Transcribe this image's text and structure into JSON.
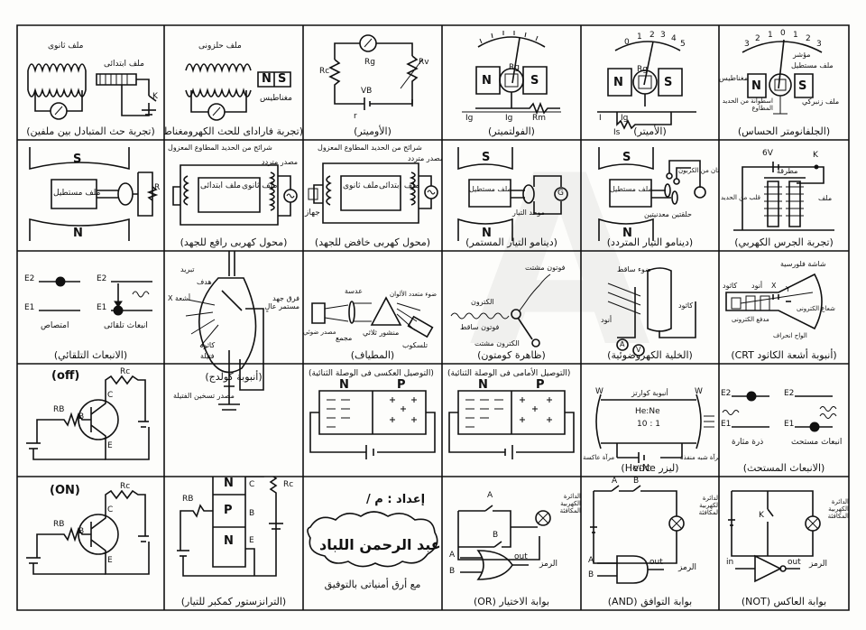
{
  "cells": {
    "r1c1": {
      "caption": "(تجربة حث المتبادل بين ملفين)",
      "labels": [
        "ملف ثانوى",
        "ملف ابتدائى",
        "K"
      ]
    },
    "r1c2": {
      "caption": "(تجربة فاراداى للحث الكهرومغناطيسى)",
      "labels": [
        "ملف حلزونى",
        "N",
        "S",
        "مغناطيس"
      ]
    },
    "r1c3": {
      "caption": "(الأوميتر)",
      "labels": [
        "Rc",
        "Rg",
        "Rv",
        "VB",
        "r"
      ]
    },
    "r1c4": {
      "caption": "(الفولتميتر)",
      "labels": [
        "Rg",
        "N",
        "S",
        "Ig",
        "Ig",
        "Rm"
      ]
    },
    "r1c5": {
      "caption": "(الأميتر)",
      "labels": [
        "Rg",
        "N",
        "S",
        "I",
        "Ig",
        "Is"
      ],
      "scale": [
        "0",
        "1",
        "2",
        "3",
        "4",
        "5"
      ]
    },
    "r1c6": {
      "caption": "(الجلفانومتر الحساس)",
      "labels": [
        "N",
        "S",
        "ملف مستطيل",
        "مؤشر",
        "مغناطيس",
        "ملف زنبركي",
        "اسطوانة من الحديد المطاوع"
      ],
      "scale": [
        "3",
        "2",
        "1",
        "0",
        "1",
        "2",
        "3"
      ]
    },
    "r2c1": {
      "caption": "",
      "labels": [
        "S",
        "N",
        "ملف مستطيل",
        "R"
      ]
    },
    "r2c2": {
      "caption": "(محول كهربى رافع للجهد)",
      "labels": [
        "شرائح من الحديد المطاوع المعزول",
        "ملف ابتدائى",
        "ملف ثانوى",
        "مصدر متردد"
      ]
    },
    "r2c3": {
      "caption": "(محول كهربى خافض للجهد)",
      "labels": [
        "شرائح من الحديد المطاوع المعزول",
        "ملف ثانوى",
        "ملف ابتدائى",
        "جهاز",
        "مصدر متردد"
      ]
    },
    "r2c4": {
      "caption": "(دينامو التيار المستمر)",
      "labels": [
        "S",
        "N",
        "ملف مستطيل",
        "موحد التيار",
        "G"
      ]
    },
    "r2c5": {
      "caption": "(دينامو التيار المتردد)",
      "labels": [
        "S",
        "N",
        "ملف مستطيل",
        "فرشتان من الكربون",
        "حلقتين معدنيتين"
      ]
    },
    "r2c6": {
      "caption": "(تجربة الجرس الكهربي)",
      "labels": [
        "6V",
        "K",
        "مطرقة",
        "ملف",
        "قلب من الحديد"
      ]
    },
    "r3c1": {
      "caption": "(الانبعاث التلقائي)",
      "labels": [
        "E2",
        "E1",
        "E2",
        "E1",
        "امتصاص",
        "انبعاث تلقائى"
      ]
    },
    "r3c2": {
      "caption": "(أنبوبة كولدج)",
      "labels": [
        "تبريد",
        "أشعة X",
        "هدف",
        "كاثود",
        "فتيلة",
        "فرق جهد مستمر عالٍ",
        "مصدر تسخين الفتيلة"
      ]
    },
    "r3c3": {
      "caption": "(المطياف)",
      "labels": [
        "عدسة",
        "منشور ثلاثي",
        "مجمع",
        "ضوء متعدد الألوان",
        "تلسكوب",
        "مصدر ضوئي"
      ]
    },
    "r3c4": {
      "caption": "(ظاهرة كومتون)",
      "labels": [
        "فوتون مشتت",
        "الكترون",
        "فوتون ساقط",
        "الكترون مشتت"
      ]
    },
    "r3c5": {
      "caption": "(الخلية الكهروضوئية)",
      "labels": [
        "ضوء ساقط",
        "كاثود",
        "أنود",
        "A",
        "V"
      ]
    },
    "r3c6": {
      "caption": "(أنبوبة أشعة الكاثود CRT)",
      "labels": [
        "شاشة فلورسية",
        "X",
        "Y",
        "أنود",
        "كاثود",
        "شعاع الكترونى",
        "مدفع الكترونى",
        "الواح انحراف"
      ]
    },
    "r4c1": {
      "caption": "",
      "title": "(off)",
      "labels": [
        "Rc",
        "RB",
        "B",
        "C",
        "E"
      ]
    },
    "r4c2": {
      "caption": "(أنبوبة كولدج)",
      "labels": []
    },
    "r4c3": {
      "caption": "",
      "title": "(التوصيل العكسى فى الوصلة الثنائية)",
      "labels": [
        "N",
        "P"
      ]
    },
    "r4c4": {
      "caption": "",
      "title": "(التوصيل الأمامى فى الوصلة الثنائية)",
      "labels": [
        "N",
        "P"
      ]
    },
    "r4c5": {
      "caption": "(ليزر He-Ne)",
      "labels": [
        "W",
        "W",
        "أنبوبة كوارتز",
        "He:Ne",
        "10 : 1",
        "VDC",
        "مرآة عاكسة",
        "مرآة شبه منفذة"
      ]
    },
    "r4c6": {
      "caption": "(الانبعاث المستحث)",
      "labels": [
        "E2",
        "E2",
        "E1",
        "E1",
        "ذرة مثارة",
        "انبعاث مستحث"
      ]
    },
    "r5c1": {
      "caption": "",
      "title": "(ON)",
      "labels": [
        "Rc",
        "RB",
        "B",
        "C",
        "E"
      ]
    },
    "r5c2": {
      "caption": "(الترانزستور كمكبر للتيار)",
      "labels": [
        "RB",
        "Rc",
        "N",
        "P",
        "N",
        "C",
        "B",
        "E"
      ]
    },
    "r5c3": {
      "caption": "مع أرق أمنياتى بالتوفيق",
      "title": "إعداد : م /",
      "name": "عبد الرحمن اللباد"
    },
    "r5c4": {
      "caption": "بوابة الاختيار (OR)",
      "labels": [
        "A",
        "B",
        "A",
        "B",
        "out",
        "الدائرة الكهربية المكافئة",
        "الرمز"
      ]
    },
    "r5c5": {
      "caption": "بوابة التوافق (AND)",
      "labels": [
        "A",
        "B",
        "A",
        "B",
        "out",
        "الدائرة الكهربية المكافئة",
        "الرمز"
      ]
    },
    "r5c6": {
      "caption": "بوابة العاكس (NOT)",
      "labels": [
        "K",
        "in",
        "out",
        "الدائرة الكهربية المكافئة",
        "الرمز"
      ]
    }
  }
}
